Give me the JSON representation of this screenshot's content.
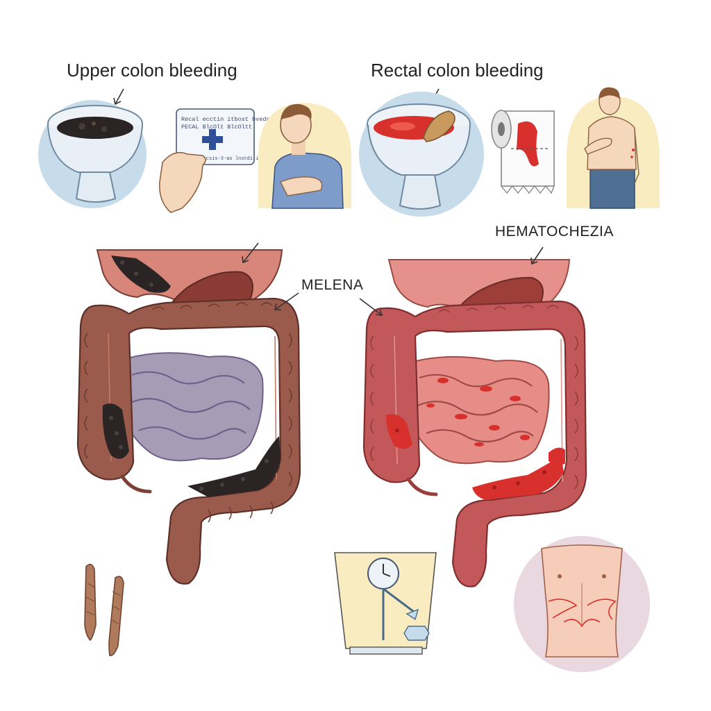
{
  "headings": {
    "upper": "Upper colon bleeding",
    "rectal": "Rectal colon bleeding"
  },
  "labels": {
    "melena": "MELENA",
    "hematochezia": "HEMATOCHEZIA"
  },
  "card": {
    "line1": "Recal ecctin itbost bveds",
    "line2": "PECAL BlcOlt BlcOltt",
    "line3": "Eoctsc frcsis-3-as lnstdi-idacs"
  },
  "colors": {
    "circle_blue": "#c6dcea",
    "circle_yellow": "#f8ecc0",
    "colon_dark": "#8e5448",
    "colon_red": "#c2585a",
    "melena_stool": "#2a2424",
    "blood": "#d8302c",
    "small_intestine_purple": "#a79cb6",
    "small_intestine_pink": "#e68d88"
  },
  "icons": [
    "toilet-icon",
    "id-card-icon",
    "person-icon",
    "toilet-paper-icon",
    "clock-scale-icon",
    "abdomen-icon",
    "stool-icon"
  ]
}
